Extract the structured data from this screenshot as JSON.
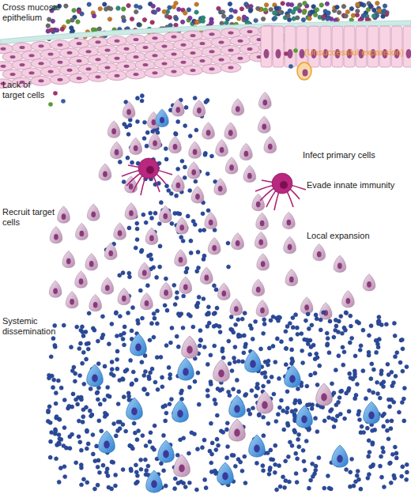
{
  "diagram": {
    "labels": [
      "Cross mucosal epithelium",
      "(Unsuccessful expansion)",
      "Lack of target cells",
      "Infect primary cells",
      "Evade innate immunity",
      "Recruit target cells",
      "Local expansion",
      "Systemic dissemination"
    ]
  }
}
